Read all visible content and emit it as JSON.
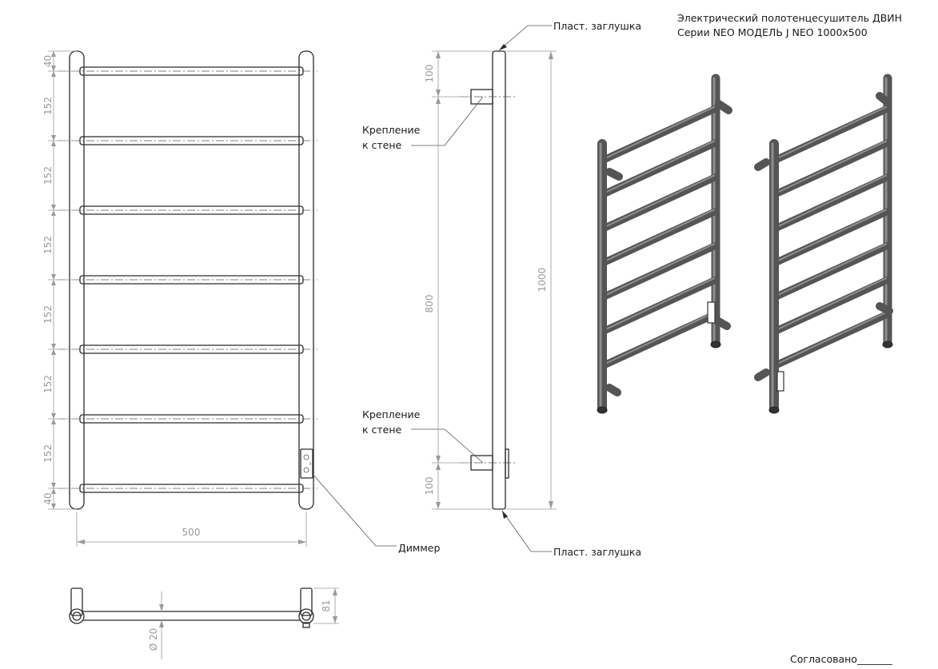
{
  "title": {
    "line1": "Электрический полотенцесушитель ДВИН",
    "line2": "Серии NEO МОДЕЛЬ J NEO 1000х500"
  },
  "front_view": {
    "dims_vertical": [
      "40",
      "152",
      "152",
      "152",
      "152",
      "152",
      "152",
      "40"
    ],
    "dim_width": "500",
    "dimmer_label": "Диммер"
  },
  "side_view": {
    "plug_top_label": "Пласт. заглушка",
    "plug_bottom_label": "Пласт. заглушка",
    "mount_top_label_1": "Крепление",
    "mount_top_label_2": "к стене",
    "mount_bottom_label_1": "Крепление",
    "mount_bottom_label_2": "к стене",
    "dim_top": "100",
    "dim_mid": "800",
    "dim_bottom": "100",
    "dim_total": "1000"
  },
  "top_view": {
    "dim_depth": "81",
    "dim_diameter": "Ø 20"
  },
  "approval_label": "Согласовано_______",
  "colors": {
    "line": "#2b2b2b",
    "dimension": "#9a9a9a",
    "tube": "#555555"
  }
}
